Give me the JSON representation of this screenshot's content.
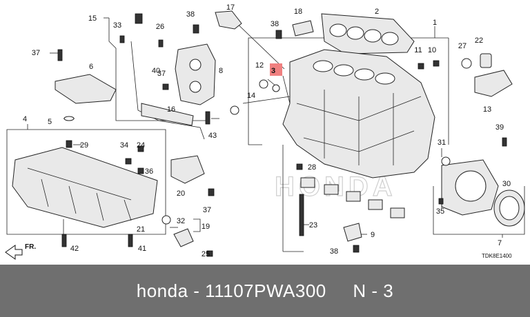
{
  "diagram": {
    "code": "TDK8E1400",
    "watermark": "HONDA",
    "fr_label": "FR.",
    "callouts": [
      "1",
      "2",
      "3",
      "4",
      "5",
      "6",
      "7",
      "8",
      "9",
      "10",
      "11",
      "12",
      "13",
      "14",
      "15",
      "16",
      "17",
      "18",
      "19",
      "20",
      "21",
      "22",
      "23",
      "24",
      "25",
      "26",
      "27",
      "28",
      "29",
      "30",
      "31",
      "32",
      "33",
      "34",
      "35",
      "36",
      "37",
      "38",
      "39",
      "40",
      "41",
      "42",
      "43"
    ],
    "highlight_callout": "3",
    "highlight_color": "#f08080"
  },
  "caption": {
    "brand": "honda",
    "sep": " - ",
    "part_number": "11107PWA300",
    "gap": "     ",
    "position": "N - 3"
  }
}
